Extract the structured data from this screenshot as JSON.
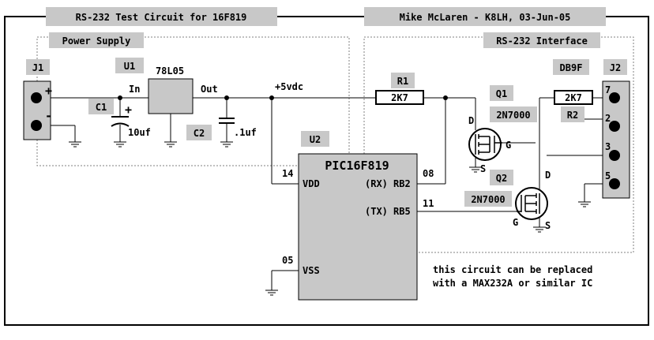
{
  "header": {
    "title": "RS-232 Test Circuit for 16F819",
    "author": "Mike McLaren - K8LH, 03-Jun-05"
  },
  "sections": {
    "power_supply": "Power Supply",
    "rs232_interface": "RS-232 Interface"
  },
  "connectors": {
    "j1": {
      "ref": "J1",
      "plus": "+",
      "minus": "-"
    },
    "j2": {
      "ref": "J2",
      "type": "DB9F",
      "pins": [
        "7",
        "2",
        "3",
        "5"
      ]
    }
  },
  "regulator": {
    "ref": "U1",
    "part": "78L05",
    "in_label": "In",
    "out_label": "Out"
  },
  "capacitors": {
    "c1": {
      "ref": "C1",
      "value": "10uf",
      "polarity": "+"
    },
    "c2": {
      "ref": "C2",
      "value": ".1uf"
    }
  },
  "net_5v": "+5vdc",
  "mcu": {
    "ref": "U2",
    "part": "PIC16F819",
    "vdd": "VDD",
    "vss": "VSS",
    "pin14": "14",
    "pin05": "05",
    "pin08": "08",
    "pin11": "11",
    "rx": "(RX)",
    "tx": "(TX)",
    "rb2": "RB2",
    "rb5": "RB5"
  },
  "resistors": {
    "r1": {
      "ref": "R1",
      "value": "2K7"
    },
    "r2": {
      "ref": "R2",
      "value": "2K7"
    }
  },
  "transistors": {
    "q1": {
      "ref": "Q1",
      "part": "2N7000"
    },
    "q2": {
      "ref": "Q2",
      "part": "2N7000"
    },
    "d": "D",
    "g": "G",
    "s": "S"
  },
  "note": {
    "line1": "this circuit can be replaced",
    "line2": "with a MAX232A or similar IC"
  },
  "colors": {
    "label_box": "#c8c8c8",
    "dashed": "#808080"
  }
}
